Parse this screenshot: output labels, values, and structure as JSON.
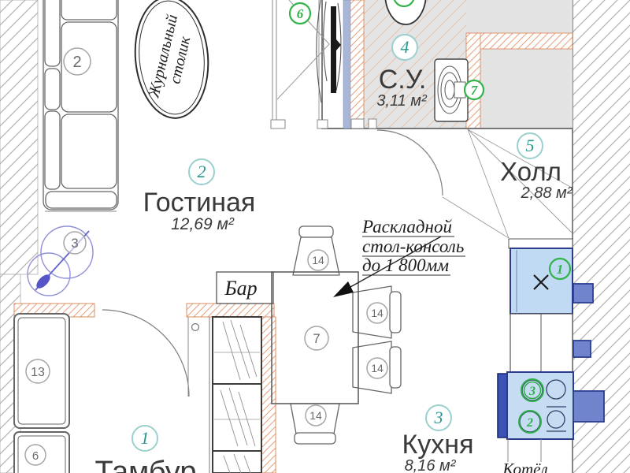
{
  "plan": {
    "rooms": [
      {
        "key": "vestibule",
        "number": "1",
        "name": "Тамбур"
      },
      {
        "key": "living",
        "number": "2",
        "name": "Гостиная",
        "area": "12,69 м²"
      },
      {
        "key": "kitchen",
        "number": "3",
        "name": "Кухня",
        "area": "8,16 м²"
      },
      {
        "key": "bathroom",
        "number": "4",
        "name": "С.У.",
        "area": "3,11 м²"
      },
      {
        "key": "hall",
        "number": "5",
        "name": "Холл",
        "area": "2,88 м²"
      }
    ],
    "furniture": {
      "sofa": "2",
      "floor_lamp": "3",
      "wardrobe": "13",
      "hall_cabinet": "6",
      "dining_table": "7",
      "chair": "14"
    },
    "equipment": {
      "sink": "1",
      "burner_left": "2",
      "burner_right": "3",
      "entrance_door": "6",
      "washer": "7"
    },
    "labels": {
      "coffee_table_1": "Журнальный",
      "coffee_table_2": "столик",
      "bar": "Бар",
      "console_1": "Раскладной",
      "console_2": "стол-консоль",
      "console_3": "до 1 800мм",
      "boiler": "Котёл"
    },
    "colors": {
      "room_accent": "#27968e",
      "equipment_accent": "#2fae4a",
      "fixture_fill": "#c5dcf2",
      "radiator_fill": "#6f84cc",
      "partition_hatch": "#e7a17c",
      "floor_gray": "#e3e3e3",
      "door_strip": "#a9b6d6"
    }
  }
}
